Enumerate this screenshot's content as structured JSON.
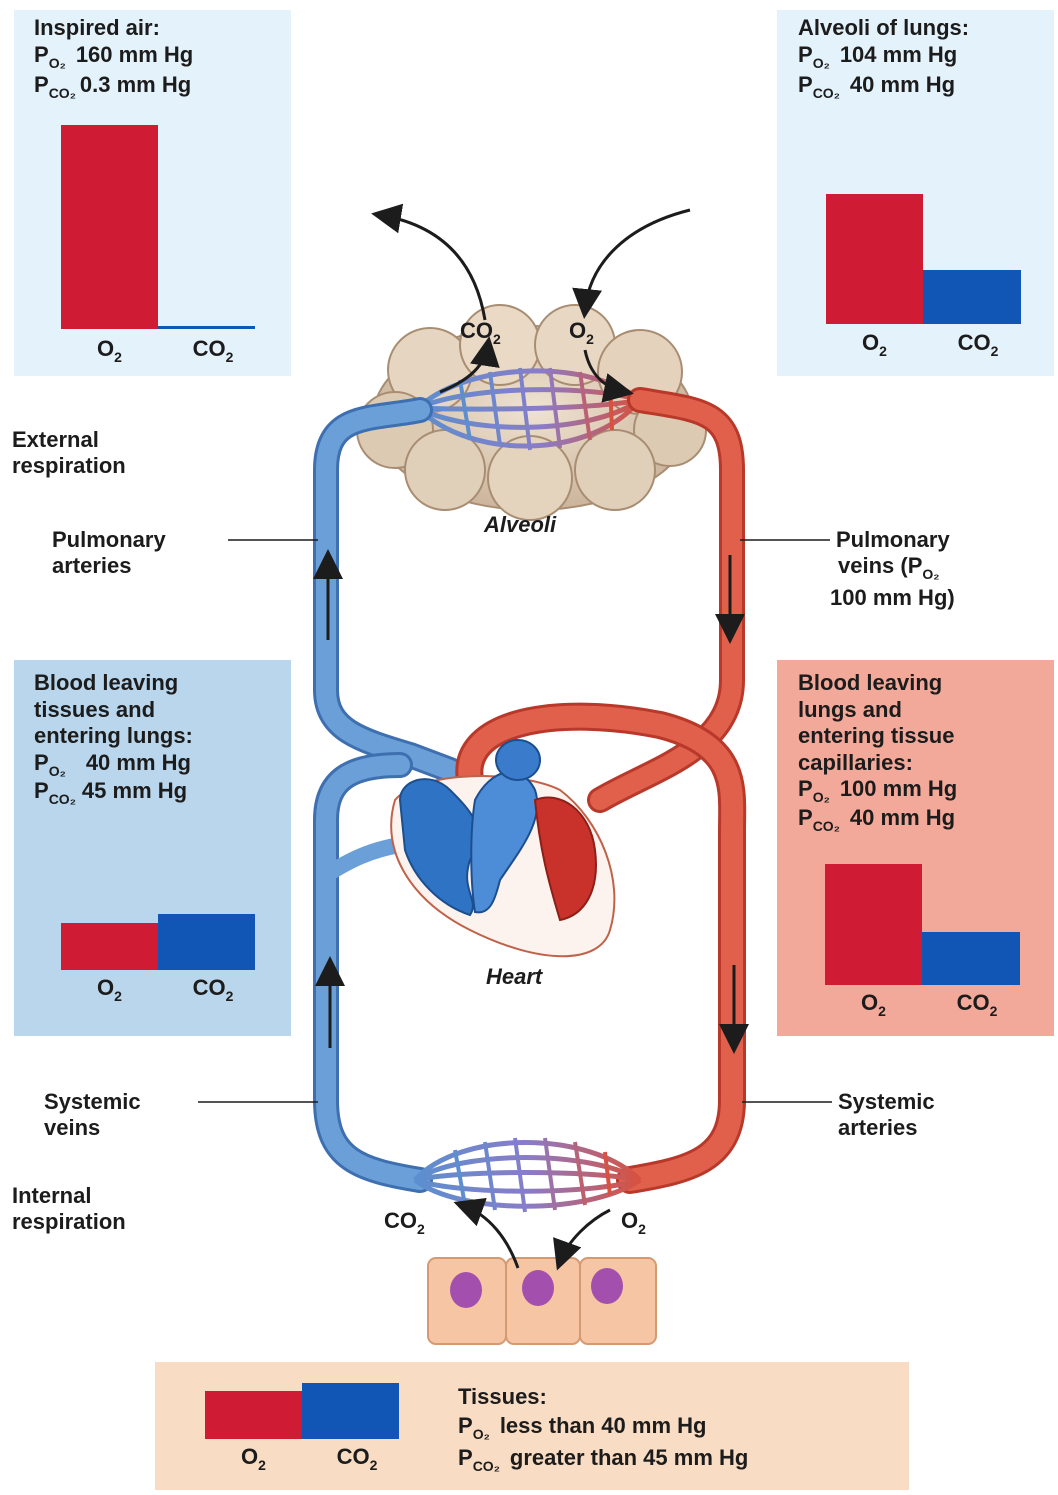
{
  "panels": {
    "inspired": {
      "title": "Inspired air:",
      "po2_value": "160 mm Hg",
      "pco2_value": "0.3 mm Hg",
      "po2_mmhg": 160,
      "pco2_mmhg": 0.3
    },
    "alveoli": {
      "title": "Alveoli of lungs:",
      "po2_value": "104 mm Hg",
      "pco2_value": "40 mm Hg",
      "po2_mmhg": 104,
      "pco2_mmhg": 40
    },
    "leaving_tissues": {
      "title_lines": [
        "Blood leaving",
        "tissues and",
        "entering lungs:"
      ],
      "po2_value": "40 mm Hg",
      "pco2_value": "45 mm Hg",
      "po2_mmhg": 40,
      "pco2_mmhg": 45
    },
    "leaving_lungs": {
      "title_lines": [
        "Blood leaving",
        "lungs and",
        "entering tissue",
        "capillaries:"
      ],
      "po2_value": "100 mm Hg",
      "pco2_value": "40 mm Hg",
      "po2_mmhg": 100,
      "pco2_mmhg": 40
    },
    "tissues": {
      "title": "Tissues:",
      "po2_value": "less than 40 mm Hg",
      "pco2_value": "greater than 45 mm Hg",
      "po2_mmhg": 40,
      "pco2_mmhg": 45
    }
  },
  "symbols": {
    "p": "P",
    "o2": "O",
    "co2": "CO",
    "sub_o2": "O₂",
    "sub_co2": "CO₂",
    "two": "2"
  },
  "bar_labels": {
    "o2": "O",
    "co2": "CO",
    "sub": "2"
  },
  "side_labels": {
    "external": [
      "External",
      "respiration"
    ],
    "internal": [
      "Internal",
      "respiration"
    ]
  },
  "callouts": {
    "pulmonary_arteries": [
      "Pulmonary",
      "arteries"
    ],
    "pulmonary_veins": [
      "Pulmonary",
      "veins (P",
      "100 mm Hg)"
    ],
    "systemic_veins": [
      "Systemic",
      "veins"
    ],
    "systemic_arteries": [
      "Systemic",
      "arteries"
    ]
  },
  "organs": {
    "alveoli": "Alveoli",
    "heart": "Heart"
  },
  "colors": {
    "oxygen": "#d01b35",
    "carbon_dioxide": "#1155b5",
    "venous": "#5b8fcf",
    "arterial": "#d8513e"
  }
}
